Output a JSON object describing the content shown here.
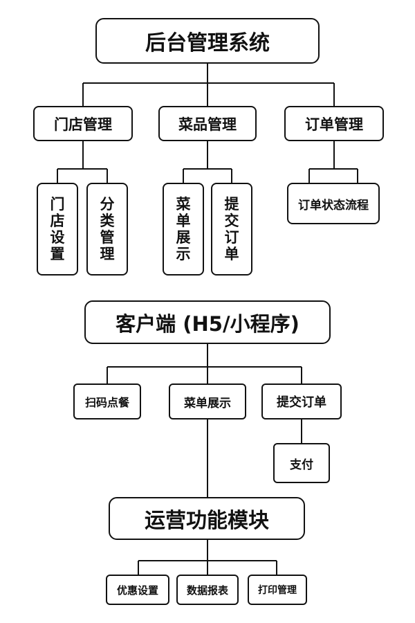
{
  "admin": {
    "title": "后台管理系统",
    "store": {
      "label": "门店管理",
      "children": [
        "门店设置",
        "分类管理"
      ]
    },
    "dish": {
      "label": "菜品管理",
      "children": [
        "菜单展示",
        "提交订单"
      ]
    },
    "order": {
      "label": "订单管理",
      "children": [
        "订单状态流程"
      ]
    }
  },
  "client": {
    "title": "客户端 (H5/小程序)",
    "scan": "扫码点餐",
    "menu": "菜单展示",
    "submit": "提交订单",
    "pay": "支付"
  },
  "ops": {
    "title": "运营功能模块",
    "children": [
      "优惠设置",
      "数据报表",
      "打印管理"
    ]
  }
}
